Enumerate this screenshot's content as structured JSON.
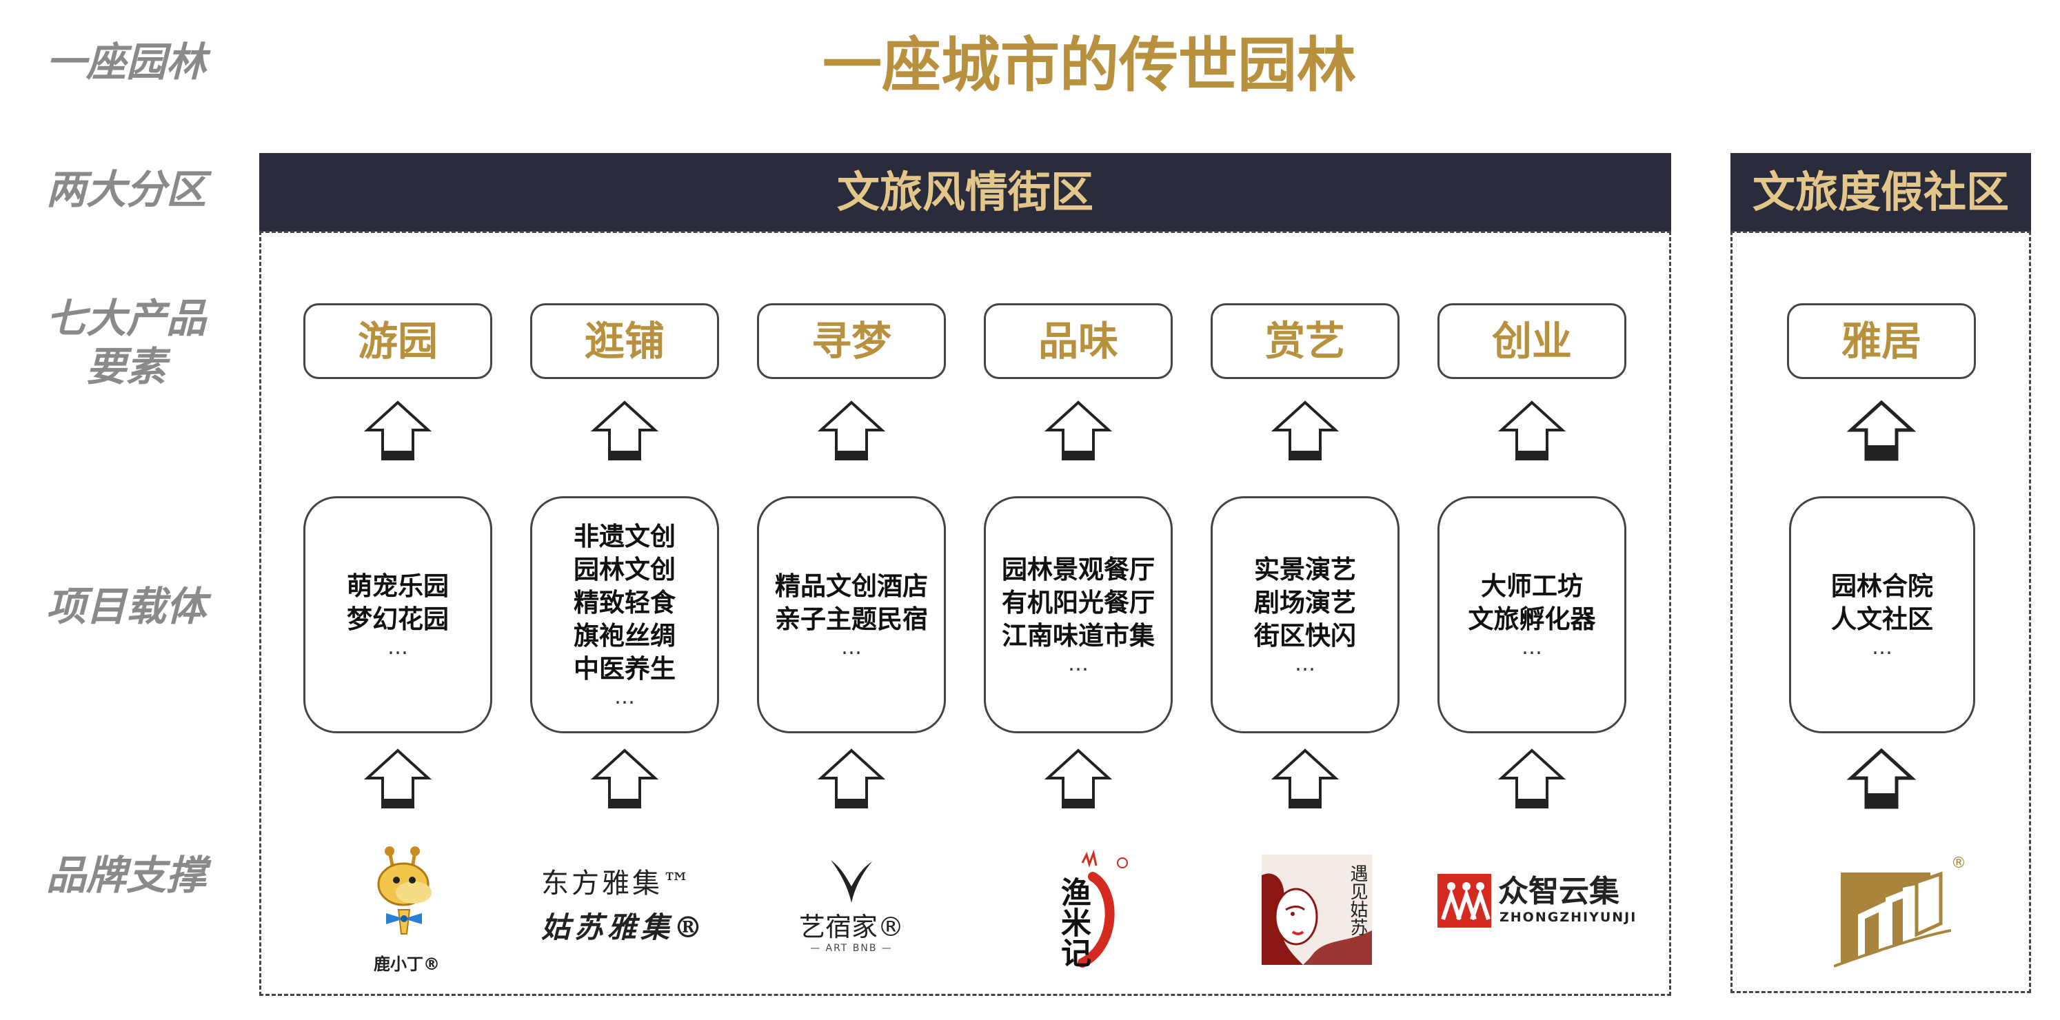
{
  "row_labels": {
    "garden": "一座园林",
    "zones": "两大分区",
    "elements_line1": "七大产品",
    "elements_line2": "要素",
    "projects": "项目载体",
    "brands": "品牌支撑"
  },
  "title": "一座城市的传世园林",
  "zones": [
    {
      "name": "文旅风情街区"
    },
    {
      "name": "文旅度假社区"
    }
  ],
  "elements": [
    "游园",
    "逛铺",
    "寻梦",
    "品味",
    "赏艺",
    "创业",
    "雅居"
  ],
  "carriers": [
    {
      "lines": [
        "萌宠乐园",
        "梦幻花园"
      ],
      "more": "…"
    },
    {
      "lines": [
        "非遗文创",
        "园林文创",
        "精致轻食",
        "旗袍丝绸",
        "中医养生"
      ],
      "more": "…"
    },
    {
      "lines": [
        "精品文创酒店",
        "亲子主题民宿"
      ],
      "more": "…"
    },
    {
      "lines": [
        "园林景观餐厅",
        "有机阳光餐厅",
        "江南味道市集"
      ],
      "more": "…"
    },
    {
      "lines": [
        "实景演艺",
        "剧场演艺",
        "街区快闪"
      ],
      "more": "…"
    },
    {
      "lines": [
        "大师工坊",
        "文旅孵化器"
      ],
      "more": "…"
    },
    {
      "lines": [
        "园林合院",
        "人文社区"
      ],
      "more": "…"
    }
  ],
  "brands": {
    "luxiaoding": "鹿小丁®",
    "dongfang_line1": "东方雅集™",
    "dongfang_line2": "姑苏雅集®",
    "yisujia_name": "艺宿家®",
    "yisujia_sub": "— ART BNB —",
    "yumiji": "渔米记",
    "yujiangusu": "遇见姑苏",
    "zhongzhi_cn": "众智云集",
    "zhongzhi_en": "ZHONGZHIYUNJI",
    "registered": "®"
  },
  "colors": {
    "gold": "#b8913f",
    "header_bg": "#2b2c3b",
    "header_text": "#e3c78a",
    "label_gray": "#8a8a8a",
    "red": "#d42a20"
  }
}
